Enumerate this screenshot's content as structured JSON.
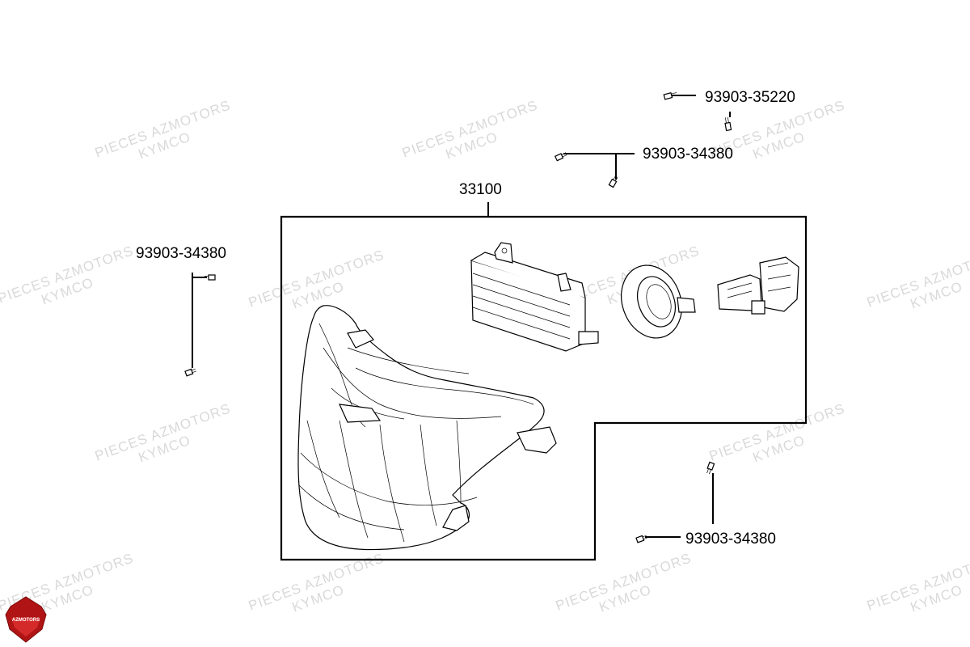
{
  "watermark": {
    "line1": "PIECES AZMOTORS",
    "line2": "KYMCO"
  },
  "logo": {
    "text": "AZMOTORS"
  },
  "labels": {
    "headlight_assy": "33100",
    "screw_top": "93903-35220",
    "screw_upper": "93903-34380",
    "screw_left": "93903-34380",
    "screw_lower_right": "93903-34380"
  }
}
